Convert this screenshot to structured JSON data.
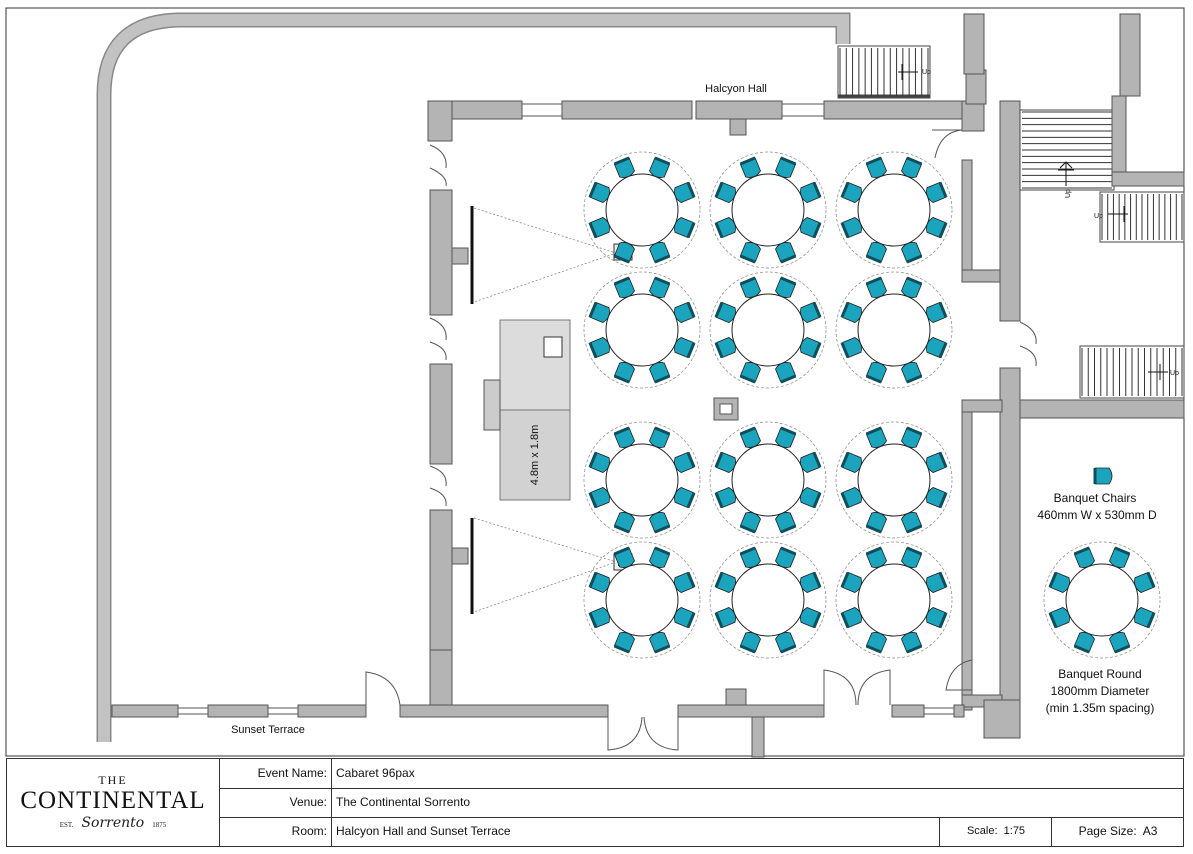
{
  "plan": {
    "room_labels": {
      "halcyon_hall": "Halcyon Hall",
      "sunset_terrace": "Sunset Terrace"
    },
    "stair_labels": [
      "Up",
      "Up",
      "Up",
      "Up"
    ],
    "stage_label": "4.8m x 1.8m",
    "legend": {
      "chairs_title": "Banquet Chairs",
      "chairs_size": "460mm W x 530mm D",
      "round_title": "Banquet Round",
      "round_size": "1800mm Diameter",
      "round_spacing": "(min 1.35m spacing)"
    },
    "table_count": 12,
    "chairs_per_table": 8,
    "colors": {
      "chair": "#1ba4bd",
      "wall": "#b4b4b4",
      "stage": "#d9d9d9"
    }
  },
  "titleblock": {
    "logo": {
      "the": "THE",
      "name": "CONTINENTAL",
      "est": "EST.",
      "script": "Sorrento",
      "year": "1875"
    },
    "event_name_label": "Event Name:",
    "event_name": "Cabaret 96pax",
    "venue_label": "Venue:",
    "venue": "The Continental Sorrento",
    "room_label": "Room:",
    "room": "Halcyon Hall and Sunset Terrace",
    "scale_label": "Scale:",
    "scale": "1:75",
    "page_size_label": "Page Size:",
    "page_size": "A3"
  }
}
